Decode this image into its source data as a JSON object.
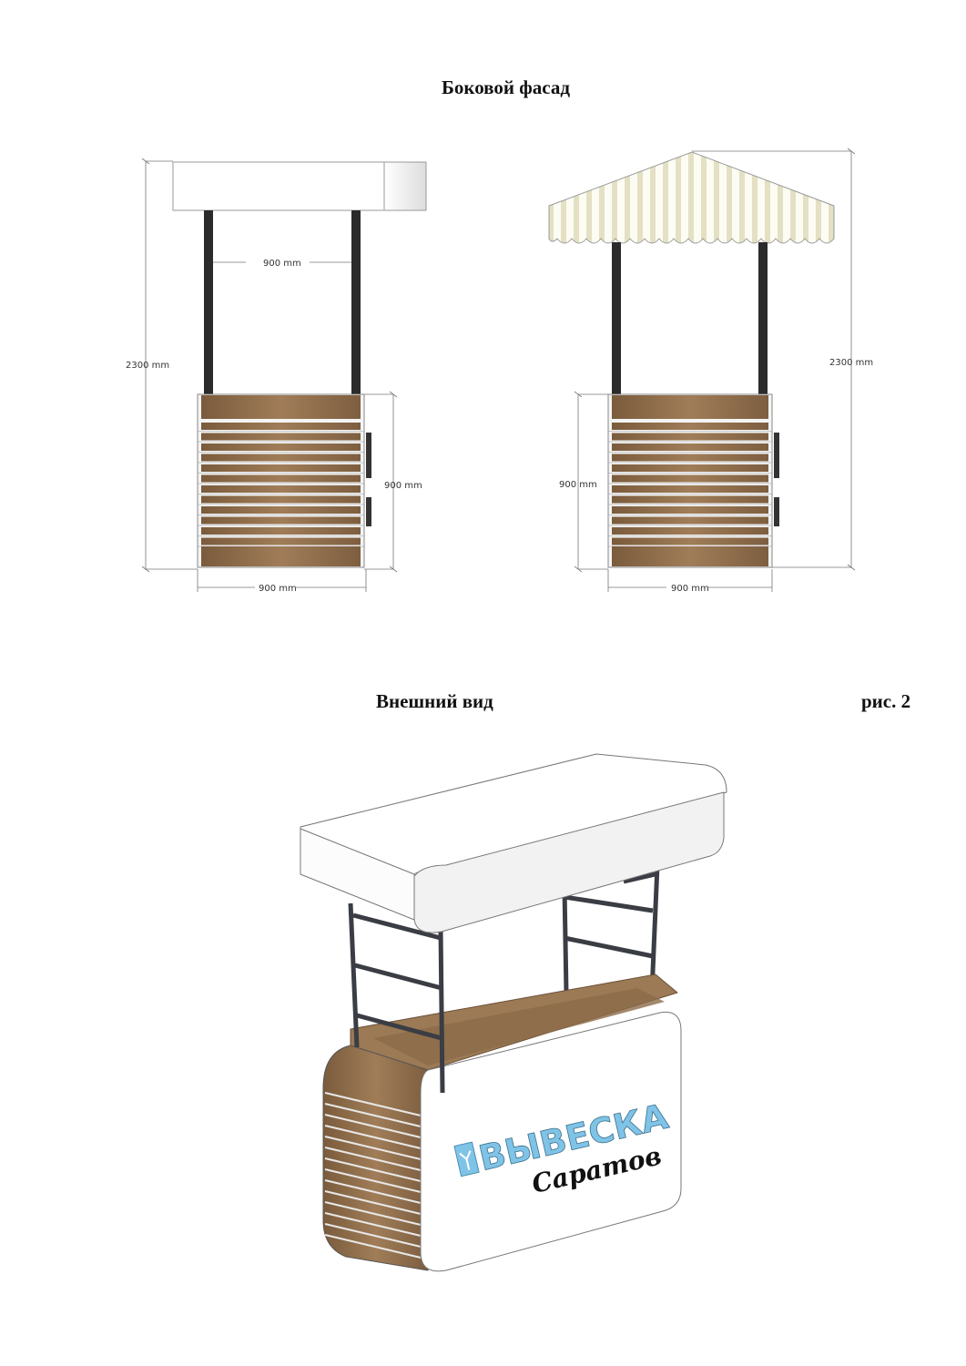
{
  "section1_title": "Боковой фасад",
  "section2_title": "Внешний вид",
  "figure_label": "рис. 2",
  "left_elevation": {
    "height_label": "2300 mm",
    "post_spacing_label": "900 mm",
    "counter_height_label": "900 mm",
    "counter_width_label": "900 mm"
  },
  "right_elevation": {
    "height_label": "2300 mm",
    "counter_height_label": "900 mm",
    "counter_width_label": "900 mm"
  },
  "perspective": {
    "sign_brand": "ВЫВЕСКА",
    "sign_city": "Саратов"
  },
  "colors": {
    "wood": "#8a6a48",
    "wood_light": "#a58560",
    "post": "#2b2b2b",
    "brand_blue": "#7fc3e6",
    "awning_stripe": "#e6e3c8"
  }
}
